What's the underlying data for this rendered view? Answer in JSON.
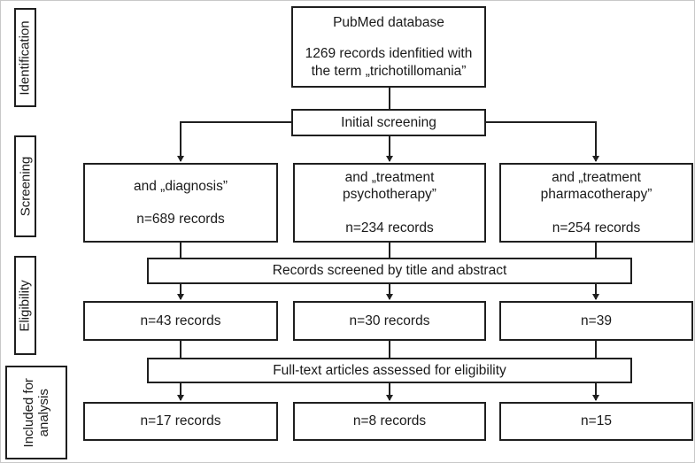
{
  "sidebar": {
    "stages": [
      {
        "label": "Identification"
      },
      {
        "label": "Screening"
      },
      {
        "label": "Eligibility"
      },
      {
        "label": "Included for analysis"
      }
    ]
  },
  "flow": {
    "source": {
      "title": "PubMed database",
      "description": "1269 records idenfitied with the term „trichotillomania”"
    },
    "initial_screening": {
      "label": "Initial screening"
    },
    "search_terms": [
      {
        "term": "and „diagnosis”",
        "count": "n=689 records"
      },
      {
        "term": "and „treatment psychotherapy”",
        "count": "n=234 records"
      },
      {
        "term": "and „treatment pharmacotherapy”",
        "count": "n=254 records"
      }
    ],
    "title_abstract_screening": {
      "label": "Records screened by title and abstract"
    },
    "screened_results": [
      {
        "count": "n=43 records"
      },
      {
        "count": "n=30 records"
      },
      {
        "count": "n=39"
      }
    ],
    "fulltext_assessment": {
      "label": "Full-text articles assessed for eligibility"
    },
    "included_results": [
      {
        "count": "n=17 records"
      },
      {
        "count": "n=8 records"
      },
      {
        "count": "n=15"
      }
    ]
  }
}
